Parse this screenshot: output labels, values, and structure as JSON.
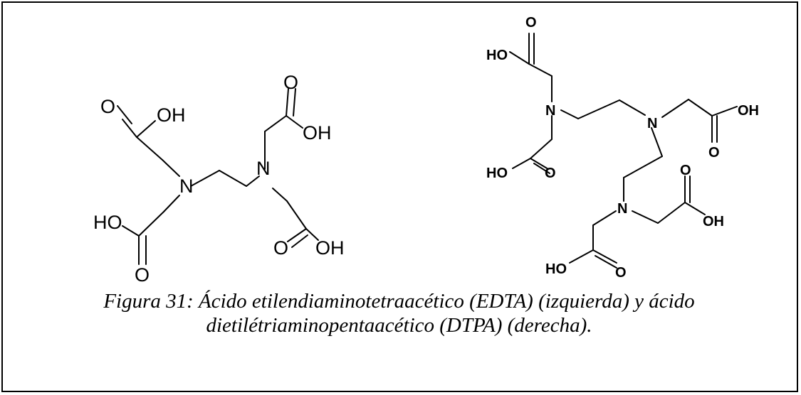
{
  "colors": {
    "ink": "#000000",
    "background": "#ffffff"
  },
  "molecules": [
    {
      "id": "edta",
      "labels": {
        "n1": "N",
        "n2": "N",
        "o_tl": "O",
        "oh_tl": "OH",
        "o_tr": "O",
        "oh_tr": "OH",
        "ho_bl": "HO",
        "o_bl": "O",
        "o_br": "O",
        "oh_br": "OH"
      }
    },
    {
      "id": "dtpa",
      "labels": {
        "o_top": "O",
        "ho_top": "HO",
        "n1": "N",
        "n2": "N",
        "n3": "N",
        "oh_r": "OH",
        "o_r": "O",
        "ho_l": "HO",
        "o_l": "O",
        "o_br": "O",
        "oh_br": "OH",
        "ho_b": "HO",
        "o_b": "O"
      }
    }
  ],
  "caption": {
    "line1": "Figura  31: Ácido etilendiaminotetraacético (EDTA) (izquierda) y ácido",
    "line2": "dietilétriaminopentaacético (DTPA) (derecha)."
  }
}
